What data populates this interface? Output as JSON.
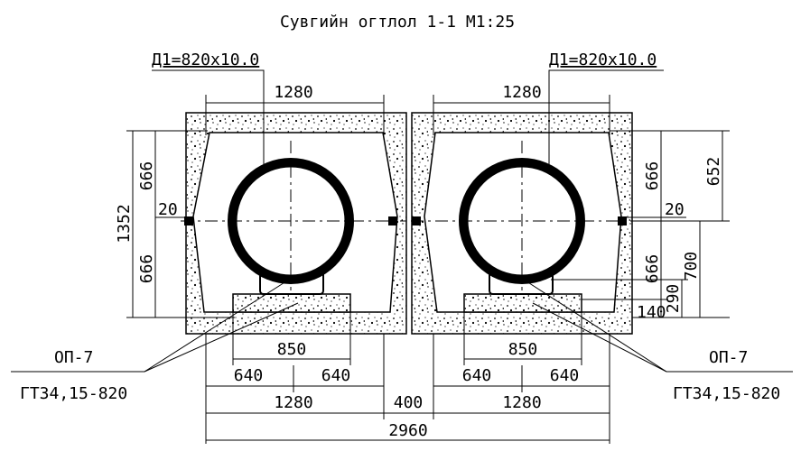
{
  "title": "Сувгийн огтлол 1-1 М1:25",
  "left": {
    "pipe_label": "Д1=820x10.0",
    "top_width": "1280",
    "height_total": "1352",
    "upper_half": "666",
    "lower_half": "666",
    "gap": "20",
    "support_name": "ОП-7",
    "support_std": "ГТ34,15-820",
    "base_width": "850",
    "sub_left": "640",
    "sub_right": "640",
    "bottom_width": "1280"
  },
  "right": {
    "pipe_label": "Д1=820x10.0",
    "top_width": "1280",
    "upper": "666",
    "lower": "666",
    "h652": "652",
    "h700": "700",
    "h290": "290",
    "h140": "140",
    "gap": "20",
    "support_name": "ОП-7",
    "support_std": "ГТ34,15-820",
    "base_width": "850",
    "sub_left": "640",
    "sub_right": "640",
    "bottom_width": "1280"
  },
  "between": "400",
  "overall": "2960"
}
